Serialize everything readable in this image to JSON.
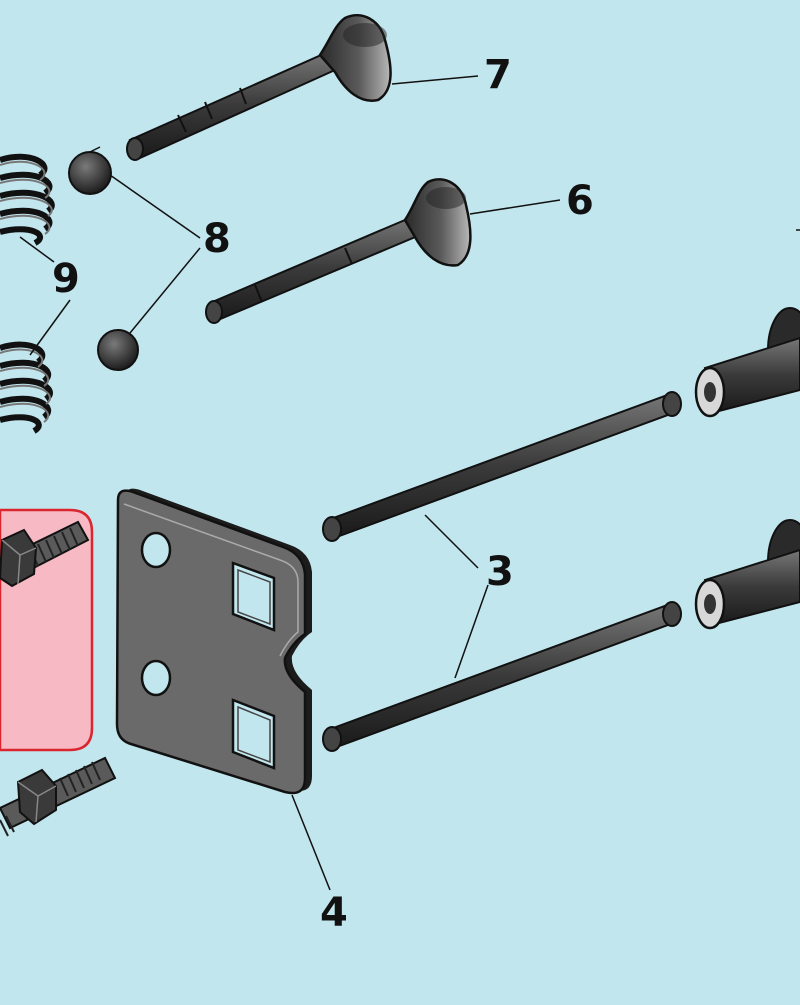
{
  "diagram": {
    "background_color": "#c2e6ee",
    "highlight_color": "#f7b9c3",
    "highlight_border_color": "#d9262f",
    "part_color": "#3c3c3c",
    "outline_color": "#111111",
    "callouts": [
      {
        "id": "callout-7",
        "label": "7",
        "part": "valve-exhaust"
      },
      {
        "id": "callout-6",
        "label": "6",
        "part": "valve-intake"
      },
      {
        "id": "callout-8",
        "label": "8",
        "part": "valve-caps"
      },
      {
        "id": "callout-9",
        "label": "9",
        "part": "valve-springs"
      },
      {
        "id": "callout-3",
        "label": "3",
        "part": "push-rods"
      },
      {
        "id": "callout-4",
        "label": "4",
        "part": "guide-plate"
      }
    ]
  }
}
